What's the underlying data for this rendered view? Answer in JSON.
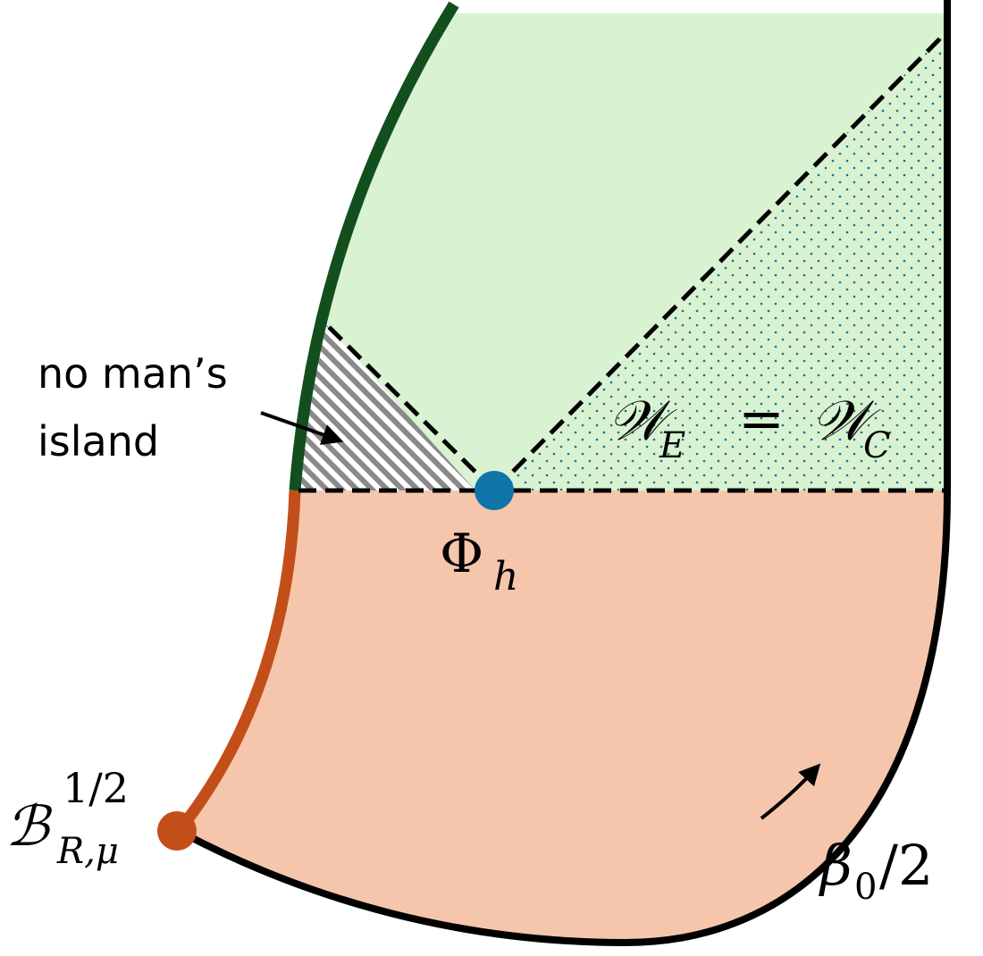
{
  "annotation": {
    "line1": "no man’s",
    "line2": "island"
  },
  "labels": {
    "region_main": "𝒲",
    "region_main_sub_E": "E",
    "equals": "=",
    "region_main_sub_C": "C",
    "point_phi": "Φ",
    "point_phi_sub": "h",
    "boundary_B": "ℬ",
    "boundary_B_sup": "1/2",
    "boundary_B_sub": "R,μ",
    "beta_main": "β",
    "beta_sub": "0",
    "beta_rest": "/2"
  },
  "colors": {
    "upper_region": "#d8f2d2",
    "lower_region": "#f6c6ac",
    "green_boundary": "#124f1d",
    "orange_boundary": "#c24f19",
    "point_phi": "#0f74a8",
    "hatch": "#8a8a8a",
    "dots": "#1a6f80",
    "outline": "#000000"
  }
}
